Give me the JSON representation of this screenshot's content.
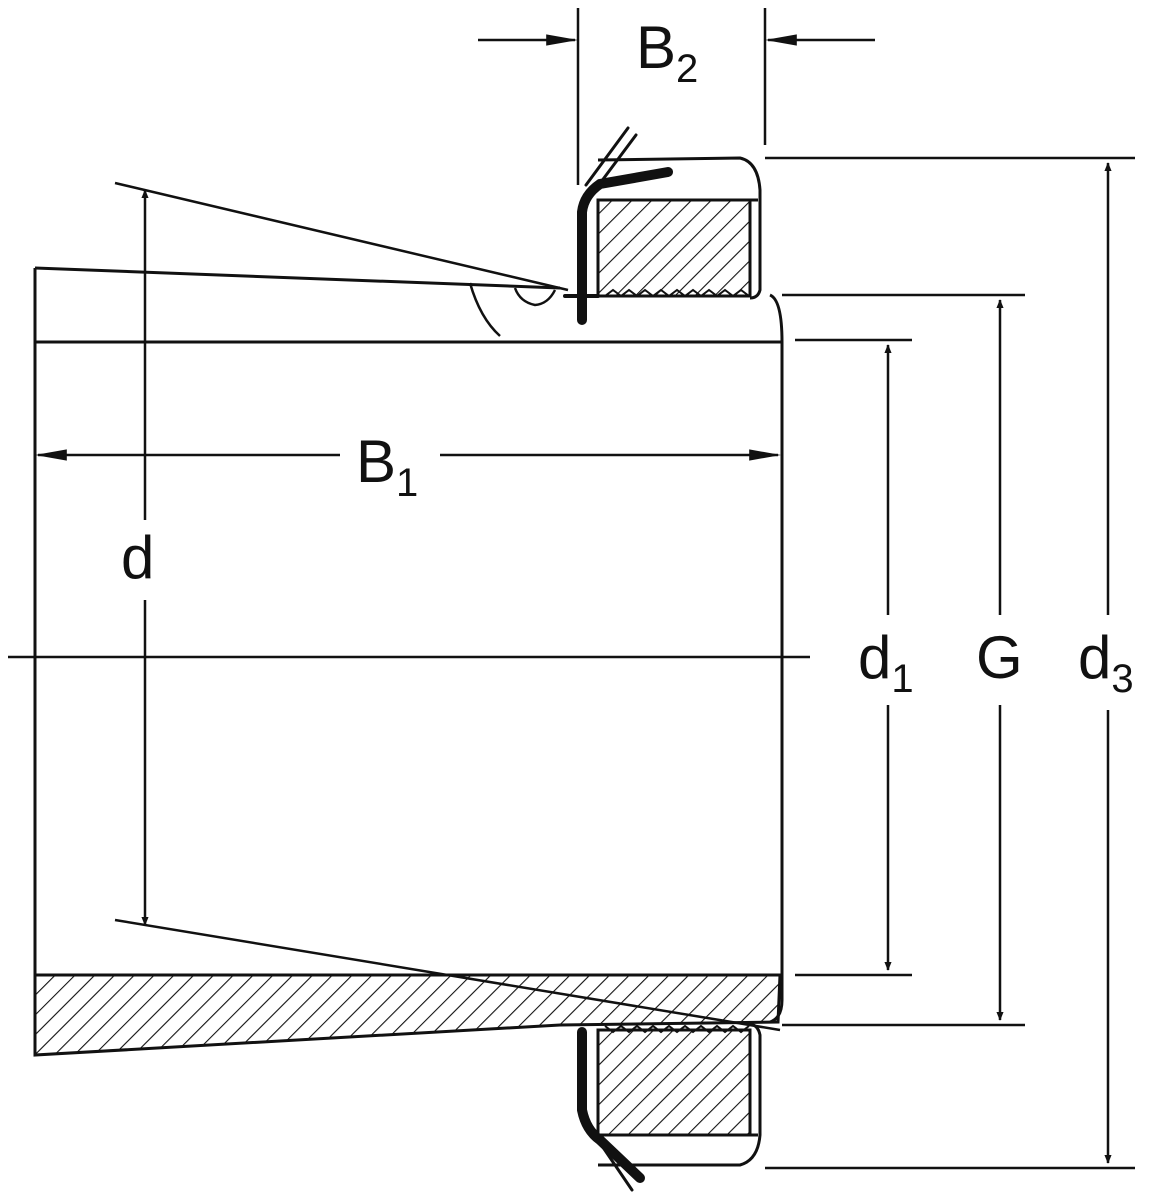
{
  "labels": {
    "B2": {
      "main": "B",
      "sub": "2"
    },
    "B1": {
      "main": "B",
      "sub": "1"
    },
    "d": {
      "main": "d"
    },
    "d1": {
      "main": "d",
      "sub": "1"
    },
    "G": {
      "main": "G"
    },
    "d3": {
      "main": "d",
      "sub": "3"
    }
  },
  "colors": {
    "line": "#111111",
    "background": "#ffffff"
  }
}
